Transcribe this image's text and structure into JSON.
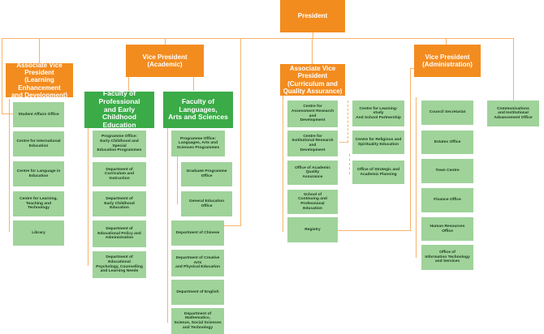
{
  "colors": {
    "orange": "#f38c1f",
    "faculty_green": "#3bab48",
    "unit_green": "#9fd39a",
    "connector": "#f6b26b"
  },
  "president": "President",
  "vp_academic": "Vice President\n(Academic)",
  "vp_administration": "Vice President\n(Administration)",
  "avp_learning": "Associate Vice President\n(Learning Enhancement\nand Development)",
  "avp_curriculum": "Associate Vice President\n(Curriculum and\nQuality Assurance)",
  "faculty_fpecd": "Faculty of Professional\nand Early Childhood\nEducation",
  "faculty_flass": "Faculty of Languages,\nArts and Sciences",
  "learning_units": [
    "Student Affairs Office",
    "Centre for International\nEducation",
    "Centre for Language in\nEducation",
    "Centre for Learning,\nTeaching and Technology",
    "Library"
  ],
  "fpecd_units": [
    "Programme Office:\nEarly Childhood and Special\nEducation Programmes",
    "Department of\nCurriculum and Instruction",
    "Department of\nEarly Childhood Education",
    "Department of\nEducational Policy and\nAdministration",
    "Department of Educational\nPsychology, Counselling\nand Learning Needs"
  ],
  "flass_programme_office": "Programme Office:\nLanguages, Arts and\nSciences Programmes",
  "flass_sub_offices": [
    "Graduate Programme Office",
    "General Education Office"
  ],
  "flass_departments": [
    "Department of Chinese",
    "Department of Creative Arts\nand Physical Education",
    "Department of English",
    "Department of Mathematics,\nScience, Social Sciences\nand Technology"
  ],
  "curriculum_units_a": [
    "Centre for\nAssessment Research and\nDevelopment",
    "Centre for\nInstitutional Research and\nDevelopment",
    "Office of Academic Quality\nAssurance",
    "School of\nContinuing and Professional\nEducation",
    "Registry"
  ],
  "curriculum_units_b": [
    "Centre for Learning-study\nAnd School Partnership",
    "Centre for Religious and\nSpirituality Education",
    "Office of Strategic and\nAcademic Planning"
  ],
  "admin_units": [
    "Council Secretariat",
    "Estates Office",
    "Town Centre",
    "Finance Office",
    "Human Resources Office",
    "Office of\nInformation Technology\nand Services"
  ],
  "communications_office": "Communications\nand Institutional\nAdvancement Office"
}
